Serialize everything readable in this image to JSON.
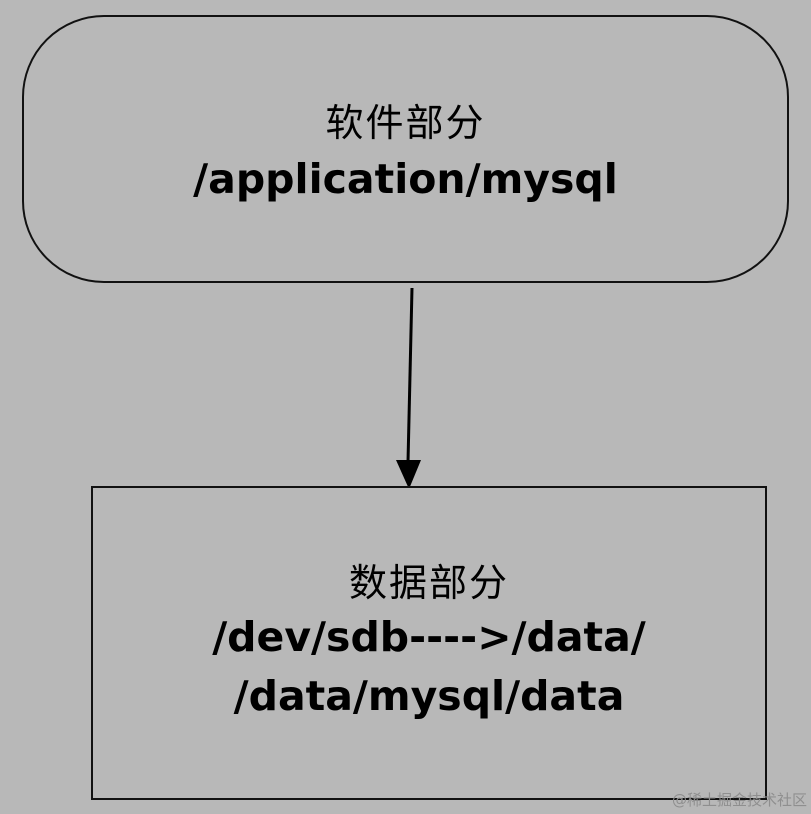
{
  "diagram": {
    "software_node": {
      "title": "软件部分",
      "path": "/application/mysql"
    },
    "data_node": {
      "title": "数据部分",
      "path_line1": "/dev/sdb---->/data/",
      "path_line2": "/data/mysql/data"
    }
  },
  "watermark": "@稀土掘金技术社区",
  "colors": {
    "background": "#b8b8b8",
    "stroke": "#111111",
    "text": "#000000"
  }
}
